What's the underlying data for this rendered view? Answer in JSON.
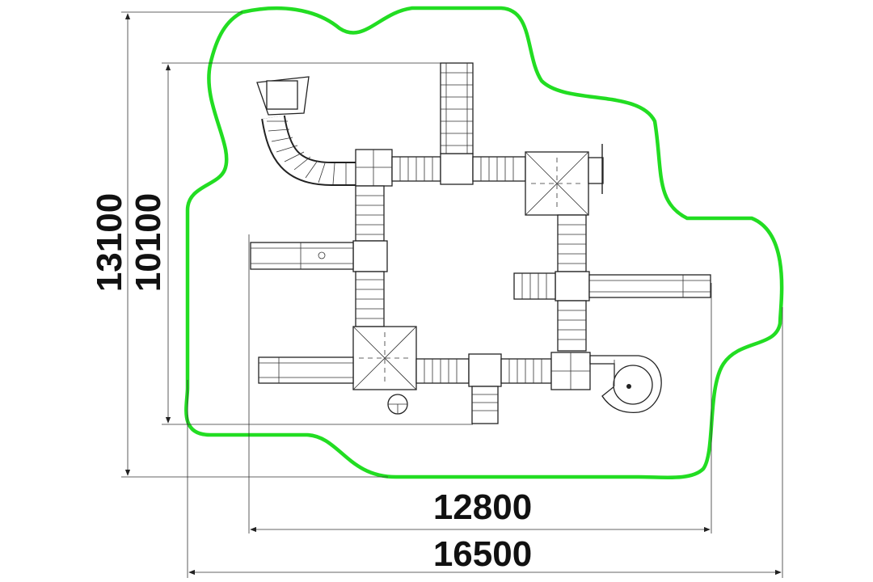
{
  "dimensions": {
    "outer_width": "16500",
    "inner_width": "12800",
    "outer_height": "13100",
    "inner_height": "10100"
  },
  "colors": {
    "safety_zone": "#22dd22",
    "lines": "#222222",
    "background": "#ffffff"
  }
}
